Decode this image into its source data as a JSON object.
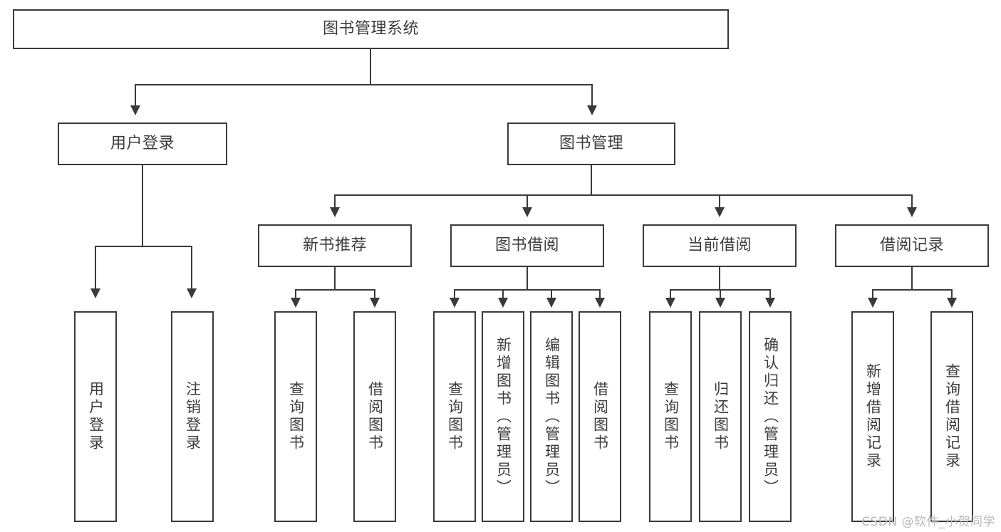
{
  "diagram": {
    "type": "tree-hierarchy-diagram",
    "title_node": "图书管理系统",
    "colors": {
      "stroke": "#3a3a3a",
      "fill": "#ffffff",
      "text": "#3c3c3c",
      "watermark": "#b9b9b9"
    },
    "levels": {
      "level1": [
        {
          "id": "root",
          "label": "图书管理系统"
        }
      ],
      "level2": [
        {
          "id": "user-login",
          "label": "用户登录"
        },
        {
          "id": "book-manage",
          "label": "图书管理"
        }
      ],
      "level3": [
        {
          "id": "new-book-rec",
          "label": "新书推荐"
        },
        {
          "id": "book-borrow",
          "label": "图书借阅"
        },
        {
          "id": "current-borrow",
          "label": "当前借阅"
        },
        {
          "id": "borrow-record",
          "label": "借阅记录"
        }
      ],
      "level4": [
        {
          "id": "leaf-user-login",
          "label": "用户登录",
          "parent": "user-login"
        },
        {
          "id": "leaf-user-logout",
          "label": "注销登录",
          "parent": "user-login"
        },
        {
          "id": "leaf-query-book-1",
          "label": "查询图书",
          "parent": "new-book-rec"
        },
        {
          "id": "leaf-borrow-book-1",
          "label": "借阅图书",
          "parent": "new-book-rec"
        },
        {
          "id": "leaf-query-book-2",
          "label": "查询图书",
          "parent": "book-borrow"
        },
        {
          "id": "leaf-add-book",
          "label": "新增图书（管理员）",
          "parent": "book-borrow"
        },
        {
          "id": "leaf-edit-book",
          "label": "编辑图书（管理员）",
          "parent": "book-borrow"
        },
        {
          "id": "leaf-borrow-book-2",
          "label": "借阅图书",
          "parent": "book-borrow"
        },
        {
          "id": "leaf-query-book-3",
          "label": "查询图书",
          "parent": "current-borrow"
        },
        {
          "id": "leaf-return-book",
          "label": "归还图书",
          "parent": "current-borrow"
        },
        {
          "id": "leaf-confirm-return",
          "label": "确认归还（管理员）",
          "parent": "current-borrow"
        },
        {
          "id": "leaf-add-record",
          "label": "新增借阅记录",
          "parent": "borrow-record"
        },
        {
          "id": "leaf-query-record",
          "label": "查询借阅记录",
          "parent": "borrow-record"
        }
      ]
    }
  },
  "watermark": {
    "text": "CSDN @软件_小贺同学"
  }
}
